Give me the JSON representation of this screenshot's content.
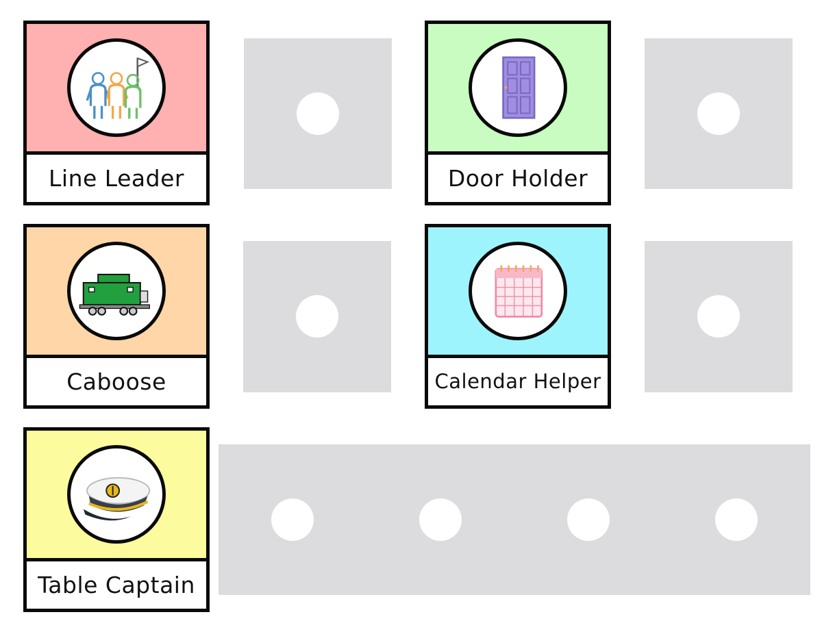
{
  "jobs": [
    {
      "label": "Line Leader",
      "color": "#ffb0b0",
      "icon": "people-with-flag-icon"
    },
    {
      "label": "Door Holder",
      "color": "#c8fcc0",
      "icon": "door-icon"
    },
    {
      "label": "Caboose",
      "color": "#ffd6a8",
      "icon": "train-caboose-icon"
    },
    {
      "label": "Calendar Helper",
      "color": "#9ef4fd",
      "icon": "calendar-icon"
    },
    {
      "label": "Table Captain",
      "color": "#fcfc9e",
      "icon": "captain-hat-icon"
    }
  ],
  "colors": {
    "slot": "#dcdcde",
    "border": "#0a0a0a"
  }
}
